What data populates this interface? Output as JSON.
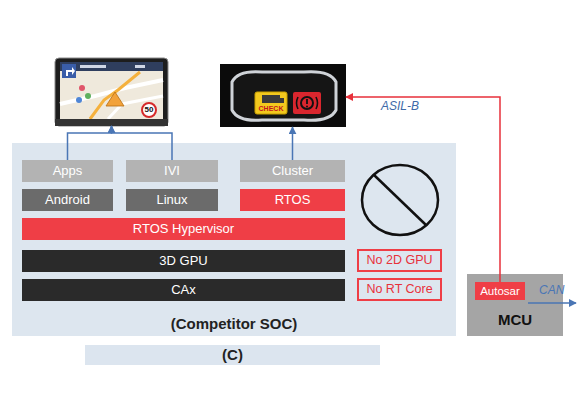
{
  "diagram": {
    "nodes": [
      {
        "text": [
          "50"
        ]
      },
      {
        "text": [
          "CHECK"
        ]
      },
      {
        "text": [
          "(Competitor SOC)"
        ]
      },
      {
        "text": [
          "Apps"
        ],
        "in": 2
      },
      {
        "text": [
          "IVI"
        ],
        "in": 2
      },
      {
        "text": [
          "Cluster"
        ],
        "in": 2
      },
      {
        "text": [
          "Android"
        ],
        "in": 2
      },
      {
        "text": [
          "Linux"
        ],
        "in": 2
      },
      {
        "text": [
          "RTOS"
        ],
        "in": 2
      },
      {
        "text": [
          "RTOS Hypervisor"
        ],
        "in": 2
      },
      {
        "text": [
          "3D GPU"
        ],
        "in": 2
      },
      {
        "text": [
          "CAx"
        ],
        "in": 2
      },
      {
        "text": [
          "No 2D GPU"
        ],
        "in": 2
      },
      {
        "text": [
          "No RT Core"
        ],
        "in": 2
      },
      {
        "text": [
          "MCU"
        ]
      },
      {
        "text": [
          "Autosar"
        ],
        "in": 14
      },
      {
        "text": [
          "(C)"
        ]
      }
    ],
    "edges": [
      {
        "from": 3,
        "to": 0,
        "arrow": "to"
      },
      {
        "from": 4,
        "to": 0,
        "arrow": "to"
      },
      {
        "from": 5,
        "to": 1,
        "arrow": "to"
      },
      {
        "from": 15,
        "to": 1,
        "label": "ASIL-B",
        "arrow": "to"
      }
    ],
    "labels": [
      "CAN"
    ]
  }
}
